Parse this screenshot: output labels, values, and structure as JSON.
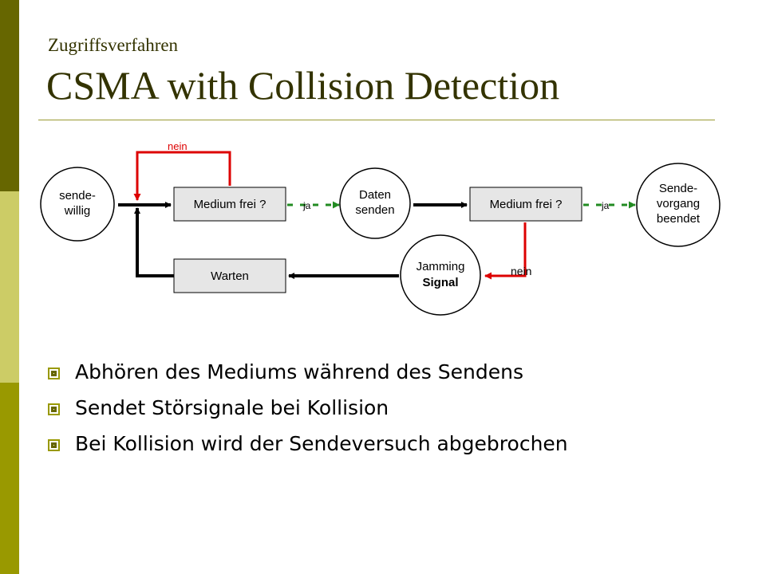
{
  "slide": {
    "subtitle": "Zugriffsverfahren",
    "title": "CSMA with Collision Detection"
  },
  "diagram": {
    "nodes": {
      "sendewillig": [
        "sende-",
        "willig"
      ],
      "medium_frei_1": "Medium frei ?",
      "daten_senden": [
        "Daten",
        "senden"
      ],
      "medium_frei_2": "Medium frei ?",
      "sendevorgang_beendet": [
        "Sende-",
        "vorgang",
        "beendet"
      ],
      "jamming_signal": [
        "Jamming",
        "Signal"
      ],
      "warten": "Warten"
    },
    "edge_labels": {
      "nein_top": "nein",
      "ja_1": "ja",
      "ja_2": "ja",
      "nein_bottom": "nein"
    },
    "colors": {
      "red": "#dd0000",
      "green": "#228b22",
      "black": "#000000",
      "box_fill": "#e6e6e6"
    }
  },
  "bullets": [
    "Abhören des Mediums während des Sendens",
    "Sendet Störsignale bei Kollision",
    "Bei Kollision wird der Sendeversuch abgebrochen"
  ],
  "theme": {
    "bar_dark": "#666600",
    "bar_light": "#cccc66",
    "bar_mid": "#999900",
    "title_color": "#333300"
  }
}
